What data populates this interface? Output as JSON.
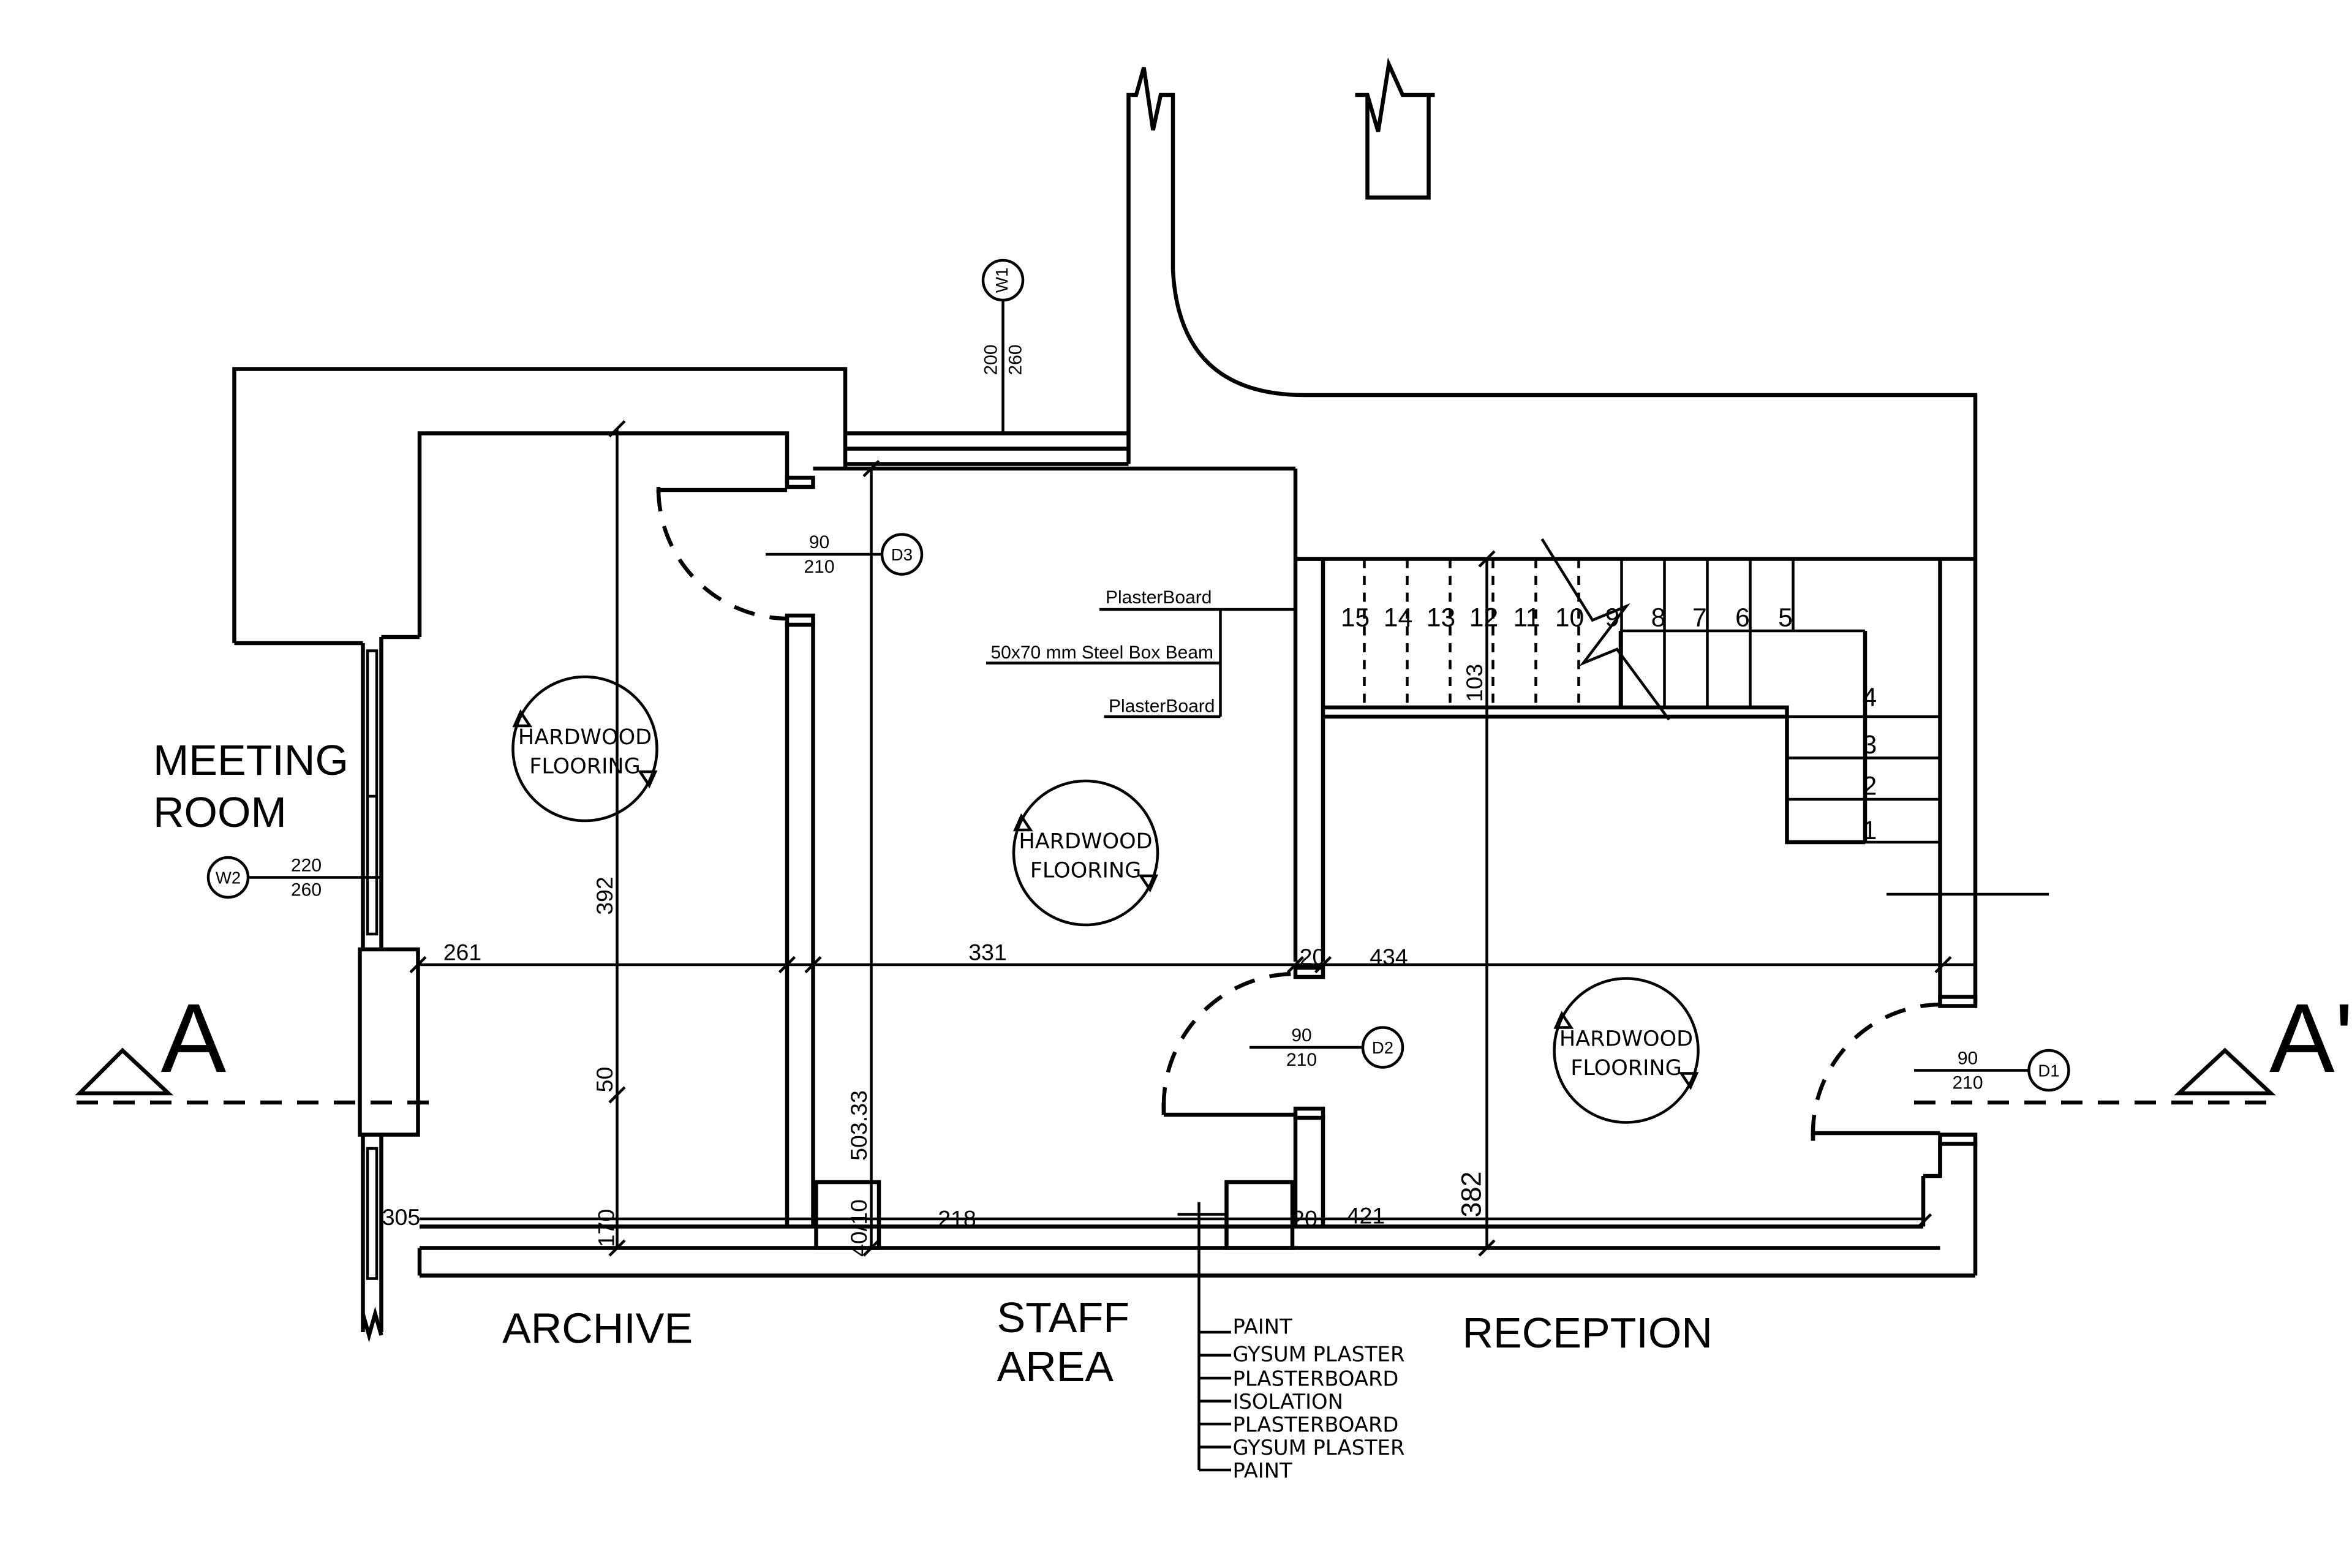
{
  "rooms": {
    "meeting_line1": "MEETING",
    "meeting_line2": "ROOM",
    "archive": "ARCHIVE",
    "staff_line1": "STAFF",
    "staff_line2": "AREA",
    "reception": "RECEPTION"
  },
  "section_marks": {
    "left": "A",
    "right": "A'"
  },
  "flooring": {
    "line1": "HARDWOOD",
    "line2": "FLOORING"
  },
  "openings": {
    "W1": {
      "tag": "W1",
      "width": "200",
      "height": "260"
    },
    "W2": {
      "tag": "W2",
      "width": "220",
      "height": "260"
    },
    "D1": {
      "tag": "D1",
      "width": "90",
      "height": "210"
    },
    "D2": {
      "tag": "D2",
      "width": "90",
      "height": "210"
    },
    "D3": {
      "tag": "D3",
      "width": "90",
      "height": "210"
    }
  },
  "wall_section_callout": {
    "layer1": "PlasterBoard",
    "layer2": "50x70 mm Steel Box Beam",
    "layer3": "PlasterBoard"
  },
  "wall_layers": [
    "PAINT",
    "GYSUM PLASTER",
    "PLASTERBOARD",
    "ISOLATION",
    "PLASTERBOARD",
    "GYSUM PLASTER",
    "PAINT"
  ],
  "dimensions": {
    "d261": "261",
    "d331": "331",
    "d434": "434",
    "d421": "421",
    "d382": "382",
    "d103": "103",
    "d392": "392",
    "d50": "50",
    "d50333": "503.33",
    "d20": "20",
    "d305": "305",
    "d170": "170",
    "d4010": "40/10",
    "d218": "218",
    "d20b": "20"
  },
  "stair_steps": [
    "15",
    "14",
    "13",
    "12",
    "11",
    "10",
    "9",
    "8",
    "7",
    "6",
    "5",
    "4",
    "3",
    "2",
    "1"
  ]
}
